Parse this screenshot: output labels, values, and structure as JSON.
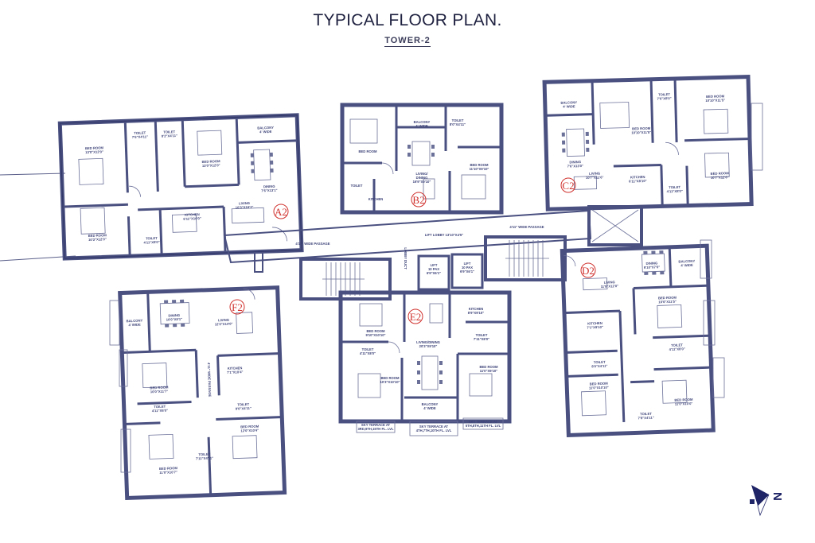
{
  "header": {
    "title": "TYPICAL FLOOR PLAN.",
    "subtitle": "TOWER-2"
  },
  "colors": {
    "wall": "#4a5080",
    "wall_dark": "#2f3566",
    "line": "#6b7099",
    "label": "#3d4378",
    "unit_tag": "#d0312d",
    "title": "#1f2140"
  },
  "units": {
    "A2": {
      "tag": "A2",
      "rooms": [
        "BED ROOM",
        "TOILET",
        "TOILET",
        "BED ROOM",
        "BALCONY 4' WIDE",
        "DINING",
        "LIVING",
        "KITCHEN",
        "BED ROOM",
        "TOILET"
      ]
    },
    "B2": {
      "tag": "B2",
      "rooms": [
        "BED ROOM",
        "BALCONY 4' WIDE",
        "TOILET",
        "LIVING/DINING",
        "BED ROOM",
        "TOILET",
        "KITCHEN"
      ]
    },
    "C2": {
      "tag": "C2",
      "rooms": [
        "BALCONY 4' WIDE",
        "TOILET",
        "BED ROOM",
        "BED ROOM",
        "DINING",
        "LIVING",
        "KITCHEN",
        "TOILET",
        "BED ROOM",
        "SKY TERRACE"
      ]
    },
    "D2": {
      "tag": "D2",
      "rooms": [
        "DINING",
        "BALCONY 4' WIDE",
        "LIVING",
        "BED ROOM",
        "KITCHEN",
        "TOILET",
        "TOILET",
        "BED ROOM",
        "BED ROOM",
        "TOILET",
        "SKY TERRACE",
        "SKY TERRACE"
      ]
    },
    "E2": {
      "tag": "E2",
      "rooms": [
        "BED ROOM",
        "KITCHEN",
        "TOILET",
        "LIVING/DINING",
        "TOILET",
        "BED ROOM",
        "BED ROOM",
        "BALCONY 4' WIDE"
      ]
    },
    "F2": {
      "tag": "F2",
      "rooms": [
        "BALCONY 4' WIDE",
        "DINING",
        "LIVING",
        "KITCHEN",
        "BED ROOM",
        "TOILET",
        "TOILET",
        "BED ROOM",
        "BED ROOM",
        "TOILET"
      ]
    }
  },
  "labels": {
    "a2_bed1": "BED ROOM",
    "a2_bed1_dim": "13'0\"X12'0\"",
    "a2_toilet1": "TOILET",
    "a2_toilet1_dim": "7'6\"X4'11\"",
    "a2_toilet2": "TOILET",
    "a2_toilet2_dim": "8'2\"X4'11\"",
    "a2_bed2": "BED ROOM",
    "a2_bed2_dim": "13'0\"X12'0\"",
    "a2_balcony": "BALCONY",
    "a2_balcony_dim": "4' WIDE",
    "a2_dining": "DINING",
    "a2_dining_dim": "7'6\"X13'1\"",
    "a2_living": "LIVING",
    "a2_living_dim": "10'3\"X16'1\"",
    "a2_kitchen": "KITCHEN",
    "a2_kitchen_dim": "6'11\"X10'0\"",
    "a2_bed3": "BED ROOM",
    "a2_bed3_dim": "10'3\"X12'0\"",
    "a2_toilet3": "TOILET",
    "a2_toilet3_dim": "4'11\"X8'0\"",
    "b2_bed1": "BED ROOM",
    "b2_balcony": "BALCONY",
    "b2_balcony_dim": "4' WIDE",
    "b2_toilet1": "TOILET",
    "b2_toilet1_dim": "8'0\"X4'11\"",
    "b2_living": "LIVING/",
    "b2_living2": "DINING",
    "b2_living_dim": "16'9\"X9'10\"",
    "b2_bed2": "BED ROOM",
    "b2_bed2_dim": "11'10\"X9'10\"",
    "b2_toilet2": "TOILET",
    "b2_kitchen": "KITCHEN",
    "c2_balcony": "BALCONY",
    "c2_balcony_dim": "4' WIDE",
    "c2_toilet1": "TOILET",
    "c2_toilet1_dim": "7'6\"X8'0\"",
    "c2_bed1": "BED ROOM",
    "c2_bed1_dim": "10'10\"X11'5\"",
    "c2_bed2": "BED ROOM",
    "c2_bed2_dim": "10'10\"X11'5\"",
    "c2_dining": "DINING",
    "c2_dining_dim": "7'6\"X13'0\"",
    "c2_living": "LIVING",
    "c2_living_dim": "10'7\"X11'6\"",
    "c2_kitchen": "KITCHEN",
    "c2_kitchen_dim": "6'11\"X8'10\"",
    "c2_toilet2": "TOILET",
    "c2_toilet2_dim": "4'11\"X8'0\"",
    "c2_bed3": "BED ROOM",
    "c2_bed3_dim": "10'7\"X12'6\"",
    "lobby": "LIFT LOBBY 13'10\"X4'5\"",
    "passage_left": "4'11\" WIDE PASSAGE",
    "passage_right": "4'11\" WIDE PASSAGE",
    "lift1": "LIFT",
    "lift1_cap": "10 PAX",
    "lift1_dim": "6'9\"X6'1\"",
    "lift2": "LIFT",
    "lift2_cap": "10 PAX",
    "lift2_dim": "6'9\"X6'1\"",
    "duct": "LOBBY DUCT",
    "d2_dining": "DINING",
    "d2_dining_dim": "9'10\"X7'0\"",
    "d2_balcony": "BALCONY",
    "d2_balcony_dim": "4' WIDE",
    "d2_living": "LIVING",
    "d2_living_dim": "11'8\"X12'0\"",
    "d2_bed1": "BED ROOM",
    "d2_bed1_dim": "10'6\"X11'5\"",
    "d2_kitchen": "KITCHEN",
    "d2_kitchen_dim": "7'1\"X9'10\"",
    "d2_toilet1": "TOILET",
    "d2_toilet1_dim": "4'11\"X8'0\"",
    "d2_toilet2": "TOILET",
    "d2_toilet2_dim": "8'0\"X4'11\"",
    "d2_bed2": "BED ROOM",
    "d2_bed2_dim": "11'0\"X10'10\"",
    "d2_bed3": "BED ROOM",
    "d2_bed3_dim": "11'0\"X10'0\"",
    "d2_toilet3": "TOILET",
    "d2_toilet3_dim": "7'8\"X4'11\"",
    "e2_bed1": "BED ROOM",
    "e2_bed1_dim": "9'10\"X10'10\"",
    "e2_kitchen": "KITCHEN",
    "e2_kitchen_dim": "8'9\"X9'10\"",
    "e2_toilet1": "TOILET",
    "e2_toilet1_dim": "7'11\"X8'0\"",
    "e2_living": "LIVING/DINING",
    "e2_living_dim": "20'3\"X9'10\"",
    "e2_toilet2": "TOILET",
    "e2_toilet2_dim": "4'11\"X8'0\"",
    "e2_bed2": "BED ROOM",
    "e2_bed2_dim": "10'3\"X10'10\"",
    "e2_bed3": "BED ROOM",
    "e2_bed3_dim": "11'0\"X9'10\"",
    "e2_balcony": "BALCONY",
    "e2_balcony_dim": "4' WIDE",
    "e2_sky1": "SKY TERRACE AT",
    "e2_sky1b": "3RD,9TH,15TH FL. LVL",
    "e2_sky2": "SKY TERRACE AT",
    "e2_sky2b": "4TH,7TH,10TH FL. LVL",
    "e2_sky3": "SKY TERRACE AT",
    "e2_sky3b": "5TH,8TH,11TH FL. LVL",
    "f2_balcony": "BALCONY",
    "f2_balcony_dim": "4' WIDE",
    "f2_dining": "DINING",
    "f2_dining_dim": "10'0\"X8'1\"",
    "f2_living": "LIVING",
    "f2_living_dim": "12'0\"X14'0\"",
    "f2_kitchen": "KITCHEN",
    "f2_kitchen_dim": "7'1\"X10'4\"",
    "f2_bed1": "BED ROOM",
    "f2_bed1_dim": "10'0\"X11'7\"",
    "f2_toilet1": "TOILET",
    "f2_toilet1_dim": "4'11\"X8'0\"",
    "f2_toilet2": "TOILET",
    "f2_toilet2_dim": "8'0\"X4'11\"",
    "f2_passage": "4'11\" WIDE PASSAGE",
    "f2_bed2": "BED ROOM",
    "f2_bed2_dim": "12'0\"X10'4\"",
    "f2_bed3": "BED ROOM",
    "f2_bed3_dim": "11'0\"X10'7\"",
    "f2_toilet3": "TOILET",
    "f2_toilet3_dim": "7'11\"X4'11\""
  },
  "north_arrow": {
    "letter": "N",
    "icon": "north-arrow-icon"
  }
}
